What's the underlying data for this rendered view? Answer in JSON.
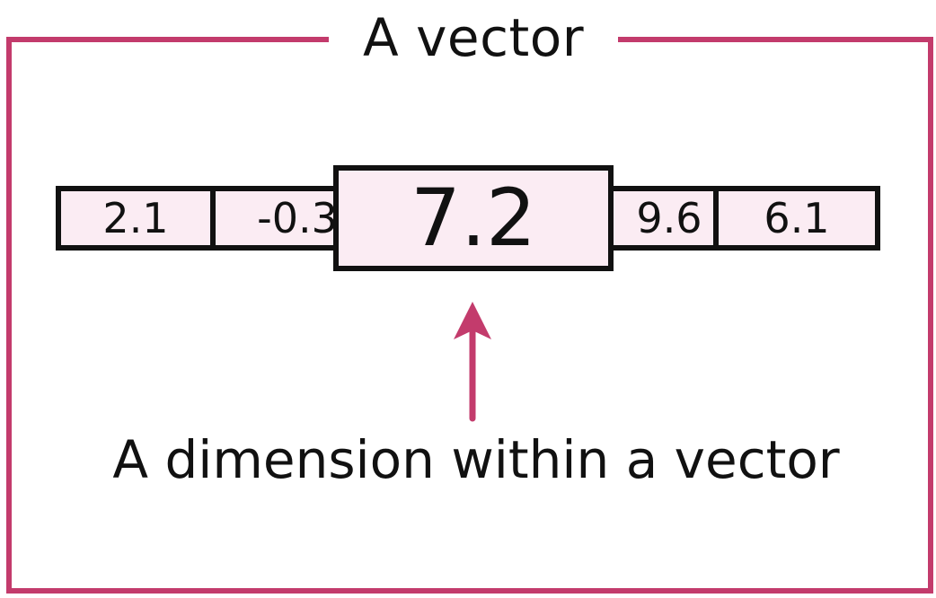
{
  "title": "A vector",
  "caption": "A dimension within a vector",
  "vector": {
    "cells": [
      "2.1",
      "-0.3",
      "7.2",
      "9.6",
      "6.1"
    ],
    "highlighted": "7.2"
  },
  "colors": {
    "frame": "#c33b6c",
    "arrow": "#c33b6c",
    "cell_fill": "#fbecf3",
    "cell_border": "#111111",
    "text": "#111111"
  }
}
